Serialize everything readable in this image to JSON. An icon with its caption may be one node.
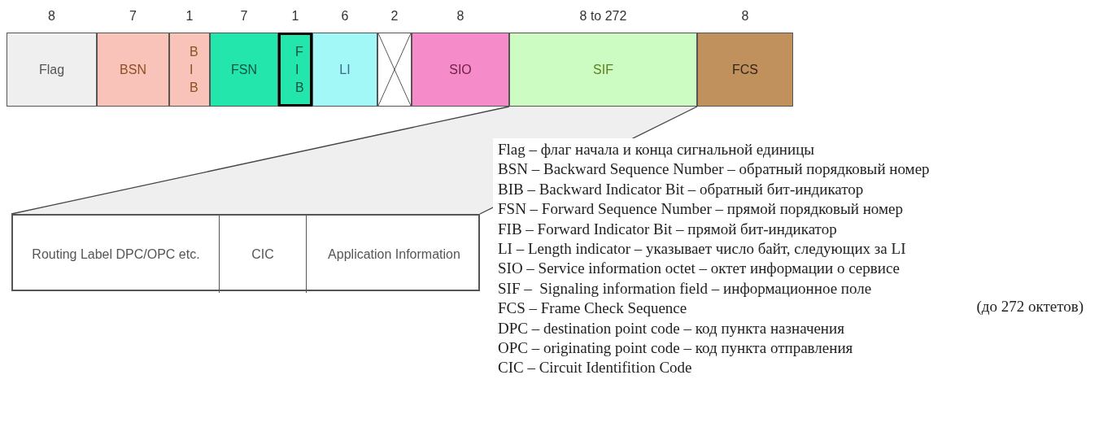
{
  "diagram": {
    "nodes": [
      {
        "text": [
          "Flag"
        ],
        "beside": [
          "8"
        ]
      },
      {
        "text": [
          "BSN"
        ],
        "beside": [
          "7"
        ]
      },
      {
        "text": [
          "BIB"
        ],
        "beside": [
          "1"
        ]
      },
      {
        "text": [
          "FSN"
        ],
        "beside": [
          "7"
        ]
      },
      {
        "text": [
          "FIB"
        ],
        "beside": [
          "1"
        ]
      },
      {
        "text": [
          "LI"
        ],
        "beside": [
          "6"
        ]
      },
      {
        "text": [],
        "shape": "box",
        "beside": [
          "2"
        ]
      },
      {
        "text": [
          "SIO"
        ],
        "beside": [
          "8"
        ]
      },
      {
        "text": [
          "SIF"
        ],
        "beside": [
          "8 to 272"
        ]
      },
      {
        "text": [
          "FCS"
        ],
        "beside": [
          "8"
        ]
      },
      {
        "text": [],
        "shape": "box"
      },
      {
        "text": [
          "Routing Label DPC/OPC etc."
        ],
        "in": 10
      },
      {
        "text": [
          "CIC"
        ],
        "in": 10
      },
      {
        "text": [
          "Application Information"
        ],
        "in": 10
      }
    ],
    "edges": [
      {
        "from": 8,
        "to": 10,
        "arrow": "none"
      },
      {
        "from": 8,
        "to": 10,
        "arrow": "none"
      }
    ],
    "labels": [
      "Flag – флаг начала и конца сигнальной единицы",
      "BSN – Backward Sequence Number – обратный порядковый номер",
      "BIB – Backward Indicator Bit – обратный бит-индикатор",
      "FSN – Forward Sequence Number – прямой порядковый номер",
      "FIB – Forward Indicator Bit – прямой бит-индикатор",
      "LI – Length indicator – указывает число байт, следующих за LI",
      "SIO – Service information octet – октет информации о сервисе",
      "SIF –  Signaling information field – информационное поле",
      "(до 272 октетов)",
      "FCS – Frame Check Sequence",
      "DPC – destination point code – код пункта назначения",
      "OPC – originating point code – код пункта отправления",
      "CIC – Circuit Identifition Code"
    ]
  }
}
